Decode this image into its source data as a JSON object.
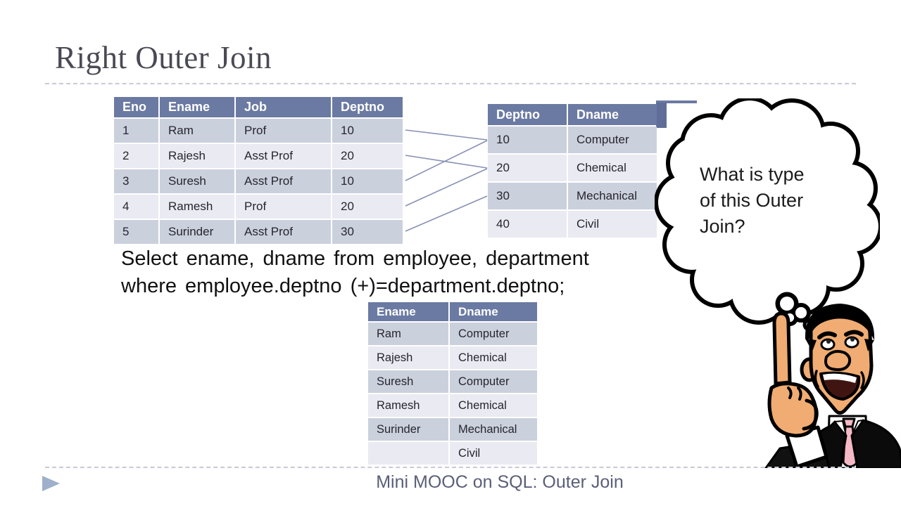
{
  "slide": {
    "title": "Right Outer Join",
    "footer": "Mini MOOC on SQL: Outer Join"
  },
  "sql": {
    "line1": "Select ename, dname from employee, department",
    "line2": "where employee.deptno (+)=department.deptno;"
  },
  "thought_bubble": {
    "text": "What is type of this Outer Join?",
    "lines": [
      "What is type",
      "of this Outer",
      "Join?"
    ]
  },
  "employee_table": {
    "headers": [
      "Eno",
      "Ename",
      "Job",
      "Deptno"
    ],
    "rows": [
      [
        "1",
        "Ram",
        "Prof",
        "10"
      ],
      [
        "2",
        "Rajesh",
        "Asst Prof",
        "20"
      ],
      [
        "3",
        "Suresh",
        "Asst Prof",
        "10"
      ],
      [
        "4",
        "Ramesh",
        "Prof",
        "20"
      ],
      [
        "5",
        "Surinder",
        "Asst Prof",
        "30"
      ]
    ]
  },
  "department_table": {
    "headers": [
      "Deptno",
      "Dname"
    ],
    "rows": [
      [
        "10",
        "Computer"
      ],
      [
        "20",
        "Chemical"
      ],
      [
        "30",
        "Mechanical"
      ],
      [
        "40",
        "Civil"
      ]
    ]
  },
  "result_table": {
    "headers": [
      "Ename",
      "Dname"
    ],
    "rows": [
      [
        "Ram",
        "Computer"
      ],
      [
        "Rajesh",
        "Chemical"
      ],
      [
        "Suresh",
        "Computer"
      ],
      [
        "Ramesh",
        "Chemical"
      ],
      [
        "Surinder",
        "Mechanical"
      ],
      [
        "",
        "Civil"
      ]
    ]
  },
  "join_pairs": [
    [
      0,
      0
    ],
    [
      1,
      1
    ],
    [
      2,
      0
    ],
    [
      3,
      1
    ],
    [
      4,
      2
    ]
  ],
  "icons": {
    "footer_arrow_icon": "right-pointing-triangle"
  },
  "colors": {
    "table_header_bg": "#6b7aa2",
    "row_dark": "#cbd0dd",
    "row_light": "#e9eaf2",
    "join_line": "#8890b4",
    "title_text": "#4a4a55",
    "footer_text": "#5a5f78",
    "footer_arrow": "#9eb0ca",
    "tie_pink": "#f4b9c4",
    "skin": "#f0ac72"
  }
}
